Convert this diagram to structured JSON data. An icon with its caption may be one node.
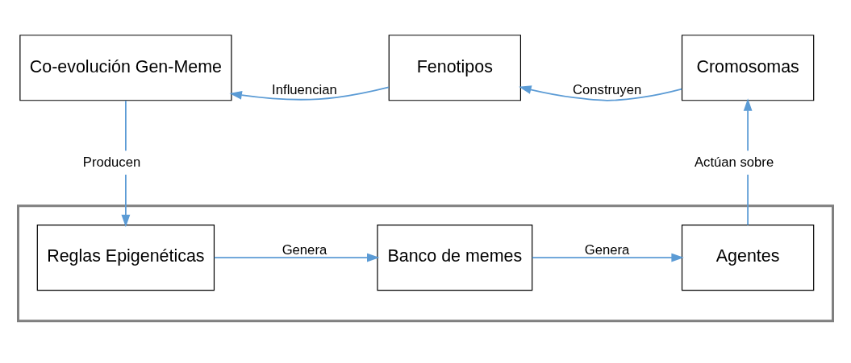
{
  "diagram": {
    "nodes": [
      {
        "text": [],
        "shape": "box"
      },
      {
        "text": [
          "Reglas Epigenéticas"
        ],
        "in": 0
      },
      {
        "text": [
          "Banco de memes"
        ],
        "in": 0
      },
      {
        "text": [
          "Agentes"
        ],
        "in": 0
      },
      {
        "text": [
          "Co-evolución Gen-Meme"
        ]
      },
      {
        "text": [
          "Fenotipos"
        ]
      },
      {
        "text": [
          "Cromosomas"
        ]
      }
    ],
    "edges": [
      {
        "from": 1,
        "to": 2,
        "arrow": "to",
        "label": "Genera"
      },
      {
        "from": 2,
        "to": 3,
        "arrow": "to",
        "label": "Genera"
      },
      {
        "from": 3,
        "to": 6,
        "arrow": "to",
        "label": "Actúan sobre"
      },
      {
        "from": 6,
        "to": 5,
        "arrow": "to",
        "label": "Construyen"
      },
      {
        "from": 5,
        "to": 4,
        "arrow": "to",
        "label": "Influencian"
      },
      {
        "from": 4,
        "to": 1,
        "arrow": "to",
        "label": "Producen"
      }
    ]
  }
}
